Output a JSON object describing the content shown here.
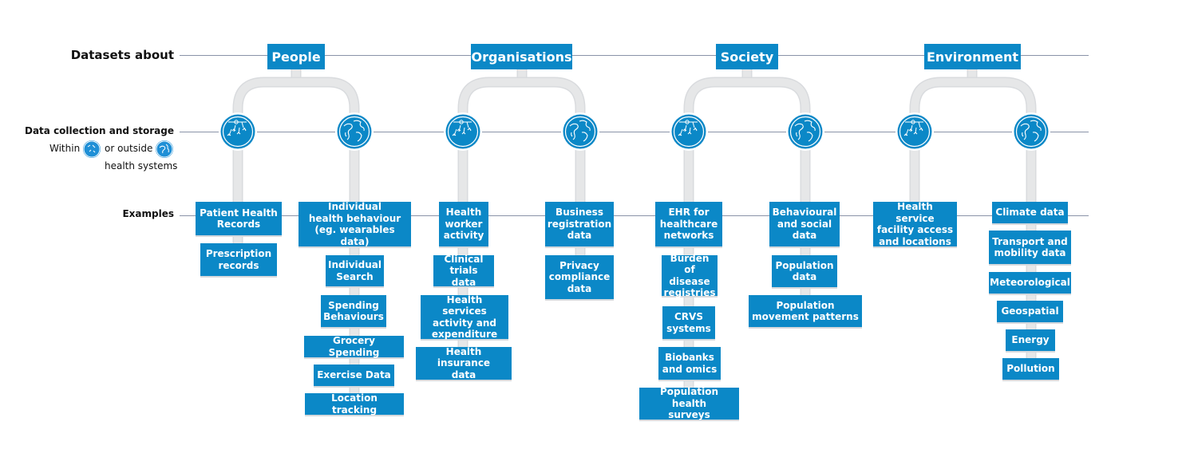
{
  "labels": {
    "datasets_about": "Datasets about",
    "data_collection": "Data collection and storage",
    "within": "Within",
    "or_outside": "or outside",
    "health_systems": "health systems",
    "examples": "Examples"
  },
  "categories": [
    "People",
    "Organisations",
    "Society",
    "Environment"
  ],
  "collection_icons": [
    "health-system-icon",
    "globe-icon"
  ],
  "colors": {
    "box": "#0b88c7",
    "connector": "#e6e7e8",
    "line": "#8a93a8"
  },
  "columns": [
    {
      "boxes": [
        "Patient Health\nRecords",
        "Prescription\nrecords"
      ]
    },
    {
      "boxes": [
        "Individual\nhealth behaviour\n(eg. wearables data)",
        "Individual\nSearch",
        "Spending\nBehaviours",
        "Grocery Spending",
        "Exercise Data",
        "Location tracking"
      ]
    },
    {
      "boxes": [
        "Health\nworker\nactivity",
        "Clinical\ntrials data",
        "Health services\nactivity and\nexpenditure",
        "Health insurance\ndata"
      ]
    },
    {
      "boxes": [
        "Business\nregistration\ndata",
        "Privacy\ncompliance\ndata"
      ]
    },
    {
      "boxes": [
        "EHR for\nhealthcare\nnetworks",
        "Burden of\ndisease\nregistries",
        "CRVS\nsystems",
        "Biobanks\nand omics",
        "Population health\nsurveys"
      ]
    },
    {
      "boxes": [
        "Behavioural\nand social\ndata",
        "Population\ndata",
        "Population\nmovement patterns"
      ]
    },
    {
      "boxes": [
        "Health service\nfacility access\nand locations"
      ]
    },
    {
      "boxes": [
        "Climate data",
        "Transport and\nmobility data",
        "Meteorological",
        "Geospatial",
        "Energy",
        "Pollution"
      ]
    }
  ]
}
